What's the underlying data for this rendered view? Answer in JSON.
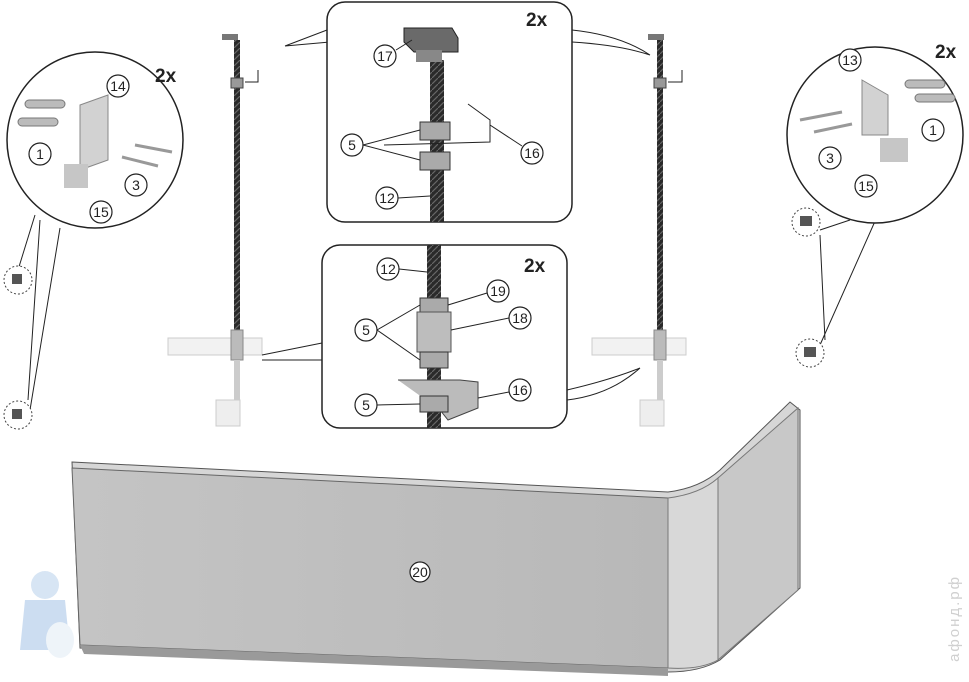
{
  "diagram": {
    "multiplier": "2x",
    "callout_left": {
      "labels": [
        "14",
        "1",
        "3",
        "15"
      ]
    },
    "callout_right": {
      "labels": [
        "13",
        "1",
        "3",
        "15"
      ]
    },
    "detail_top": {
      "labels": [
        "17",
        "5",
        "16",
        "12"
      ]
    },
    "detail_bottom": {
      "labels": [
        "12",
        "19",
        "5",
        "18",
        "5",
        "16"
      ]
    },
    "panel_label": "20",
    "watermark": "афонд.рф"
  }
}
